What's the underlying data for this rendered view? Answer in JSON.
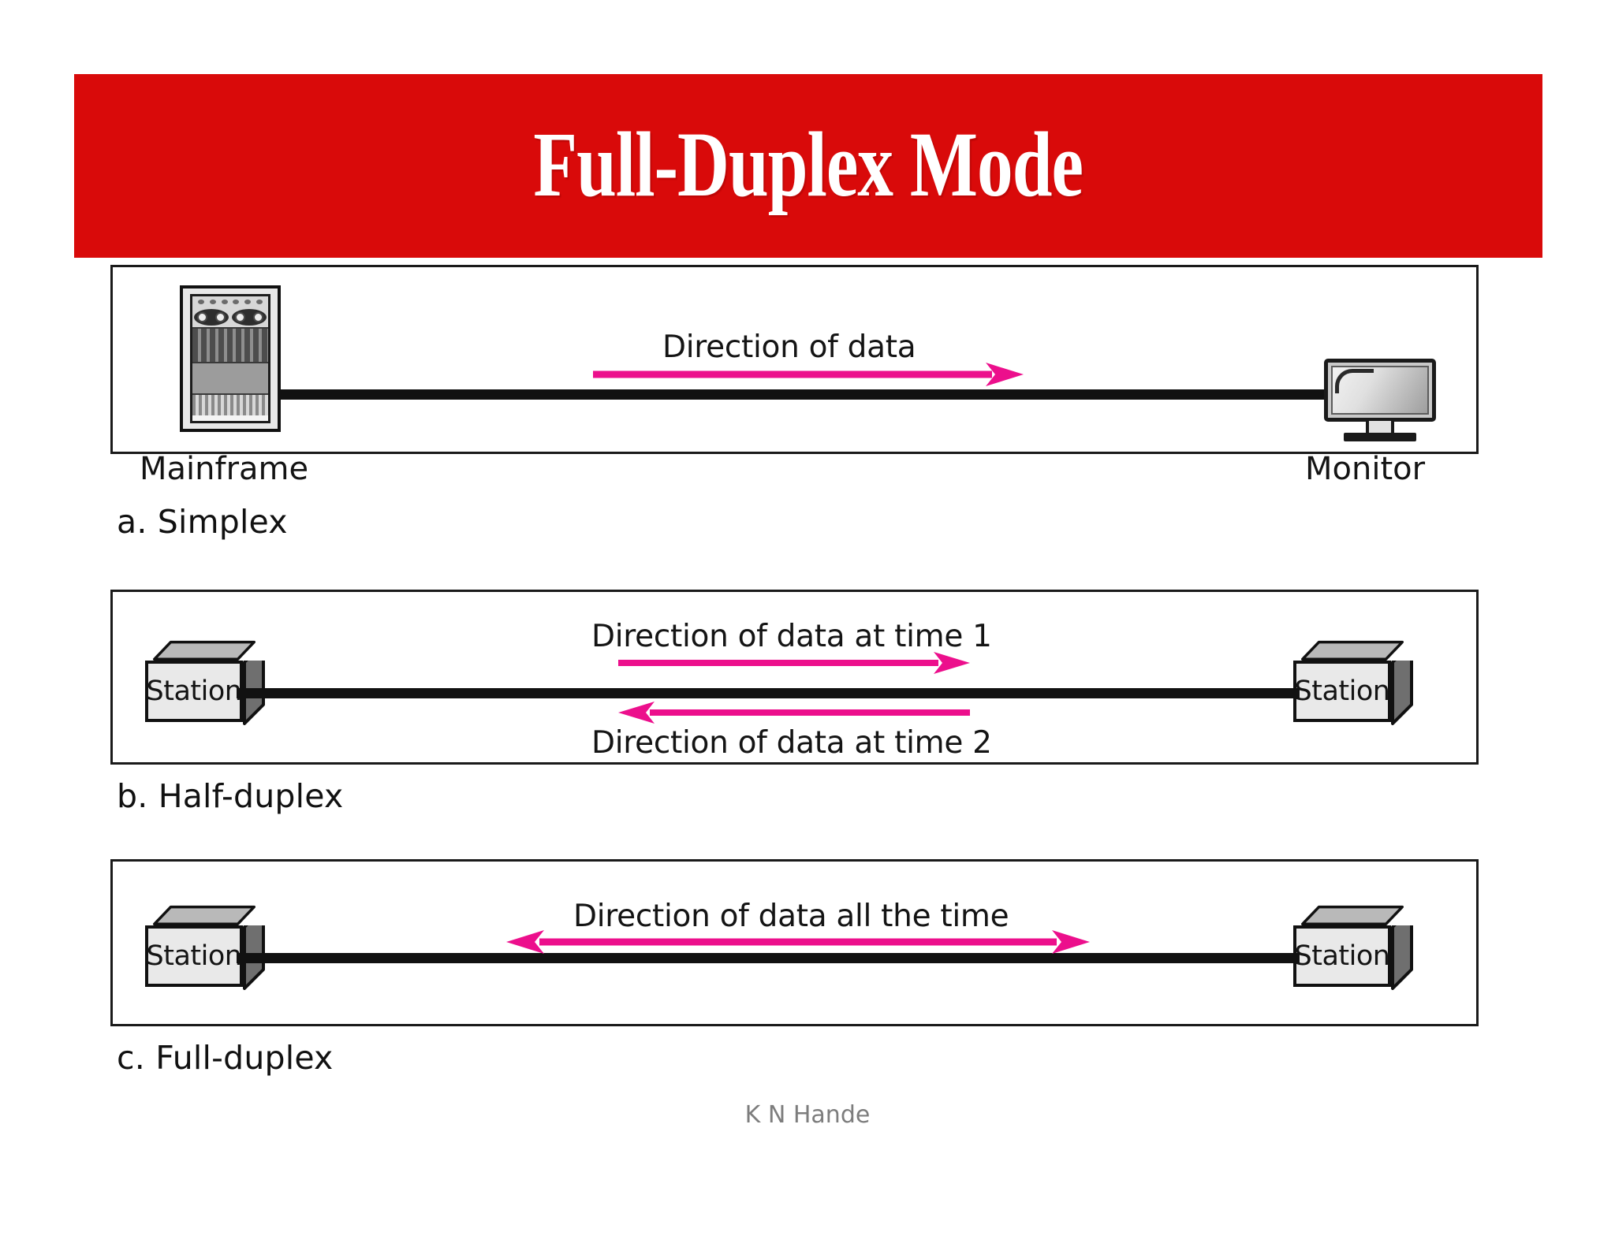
{
  "slide": {
    "title": "Full-Duplex Mode",
    "footer_credit": "K N Hande",
    "banner_color": "#d90a0a",
    "arrow_color": "#ec0f8c",
    "line_color": "#111111"
  },
  "panels": [
    {
      "id": "simplex",
      "caption": "a. Simplex",
      "left_device": {
        "type": "mainframe-icon",
        "label": "Mainframe"
      },
      "right_device": {
        "type": "monitor-icon",
        "label": "Monitor"
      },
      "arrows": [
        {
          "label": "Direction of data",
          "direction": "right",
          "label_position": "above"
        }
      ]
    },
    {
      "id": "half-duplex",
      "caption": "b. Half-duplex",
      "left_device": {
        "type": "station-box",
        "label": "Station"
      },
      "right_device": {
        "type": "station-box",
        "label": "Station"
      },
      "arrows": [
        {
          "label": "Direction of data at time 1",
          "direction": "right",
          "label_position": "above"
        },
        {
          "label": "Direction of data at time 2",
          "direction": "left",
          "label_position": "below"
        }
      ]
    },
    {
      "id": "full-duplex",
      "caption": "c. Full-duplex",
      "left_device": {
        "type": "station-box",
        "label": "Station"
      },
      "right_device": {
        "type": "station-box",
        "label": "Station"
      },
      "arrows": [
        {
          "label": "Direction of data all the time",
          "direction": "both",
          "label_position": "above"
        }
      ]
    }
  ]
}
